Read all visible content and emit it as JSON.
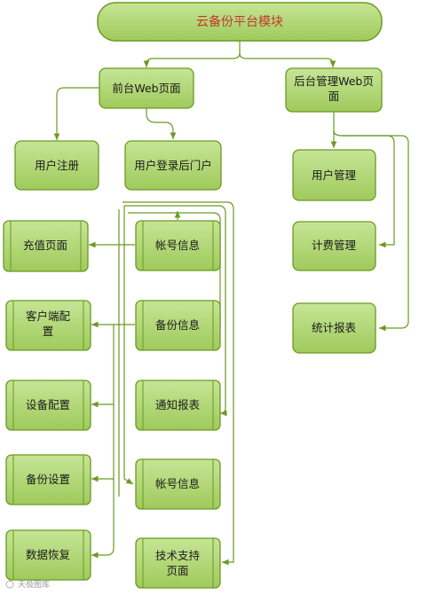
{
  "nodes": {
    "root": "云备份平台模块",
    "web_front": "前台Web页面",
    "web_admin_line1": "后台管理Web页",
    "web_admin_line2": "面",
    "register": "用户注册",
    "portal": "用户登录后门户",
    "recharge": "充值页面",
    "client_config_line1": "客户端配",
    "client_config_line2": "置",
    "device_config": "设备配置",
    "backup_settings": "备份设置",
    "data_recovery": "数据恢复",
    "account_info_1": "帐号信息",
    "backup_info": "备份信息",
    "notify_report": "通知报表",
    "account_info_2": "帐号信息",
    "tech_support_line1": "技术支持",
    "tech_support_line2": "页面",
    "user_mgmt": "用户管理",
    "billing_mgmt": "计费管理",
    "stats_report": "统计报表"
  },
  "watermark": "天极图库",
  "colors": {
    "fill": "#a8d26a",
    "fill_light": "#c4e28f",
    "stroke": "#6b9a22",
    "connector": "#6b9a22",
    "title_text": "#c0392b"
  }
}
